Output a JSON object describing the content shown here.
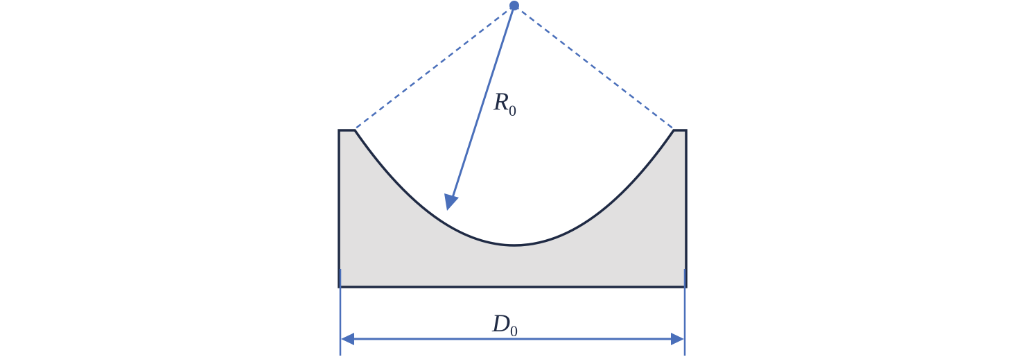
{
  "labels": {
    "radius_main": "R",
    "radius_sub": "0",
    "diameter_main": "D",
    "diameter_sub": "0"
  },
  "colors": {
    "outline": "#1f2a44",
    "fill": "#e1e0e0",
    "dimension": "#4a6fba"
  }
}
